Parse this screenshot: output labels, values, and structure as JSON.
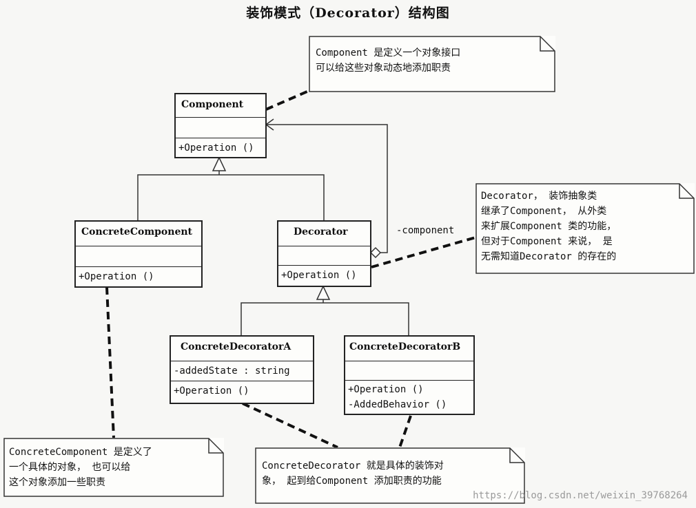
{
  "title": "装饰模式（Decorator）结构图",
  "classes": {
    "component": {
      "name": "Component",
      "attributes": [],
      "operations": [
        "+Operation ()"
      ]
    },
    "concrete_component": {
      "name": "ConcreteComponent",
      "attributes": [],
      "operations": [
        "+Operation ()"
      ]
    },
    "decorator": {
      "name": "Decorator",
      "attributes": [],
      "operations": [
        "+Operation ()"
      ]
    },
    "concrete_decorator_a": {
      "name": "ConcreteDecoratorA",
      "attributes": [
        "-addedState : string"
      ],
      "operations": [
        "+Operation ()"
      ]
    },
    "concrete_decorator_b": {
      "name": "ConcreteDecoratorB",
      "attributes": [],
      "operations": [
        "+Operation ()",
        "-AddedBehavior ()"
      ]
    }
  },
  "association_label": "-component",
  "notes": {
    "component": "Component 是定义一个对象接口\n可以给这些对象动态地添加职责",
    "decorator": "Decorator， 装饰抽象类\n继承了Component， 从外类\n来扩展Component 类的功能，\n但对于Component 来说， 是\n无需知道Decorator 的存在的",
    "concrete_component": "ConcreteComponent 是定义了\n一个具体的对象， 也可以给\n这个对象添加一些职责",
    "concrete_decorator": "ConcreteDecorator 就是具体的装饰对\n象， 起到给Component 添加职责的功能"
  },
  "watermark": "https://blog.csdn.net/weixin_39768264"
}
